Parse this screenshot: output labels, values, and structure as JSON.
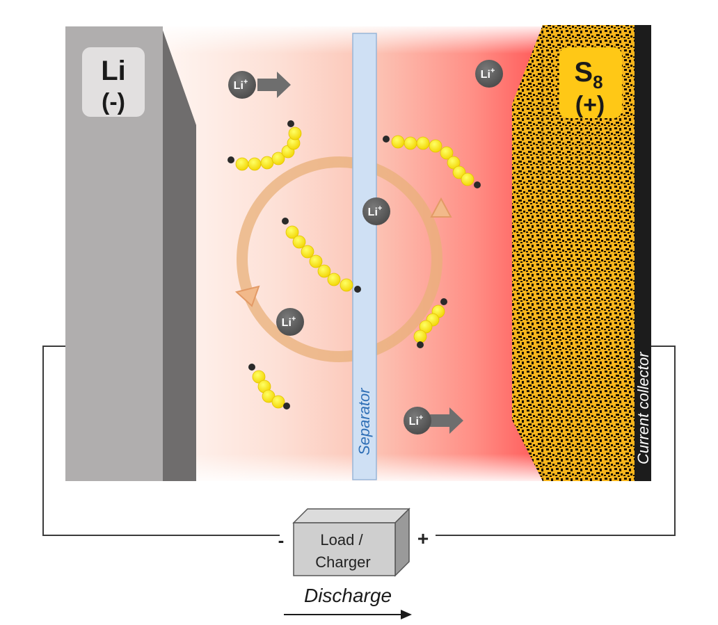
{
  "anode": {
    "symbol": "Li",
    "polarity": "(-)"
  },
  "cathode": {
    "symbol": "S",
    "subscript": "8",
    "polarity": "(+)"
  },
  "separator_label": "Separator",
  "collector_label": "Current collector",
  "ion_label": {
    "base": "Li",
    "charge": "+"
  },
  "load": {
    "line1": "Load /",
    "line2": "Charger",
    "minus": "-",
    "plus": "+"
  },
  "discharge_label": "Discharge",
  "colors": {
    "anode_front": "#b0aeae",
    "anode_side": "#6f6d6d",
    "separator": "#cfe0f4",
    "separator_text": "#2f6fb6",
    "cathode_particle": "#f6b51d",
    "cathode_dots": "#1b1100",
    "electrolyte_red": "#ff5252",
    "sulfur_bead": "#ffee00",
    "ion": "#5e5e5e",
    "shuttle_ring": "#e8b07a"
  }
}
